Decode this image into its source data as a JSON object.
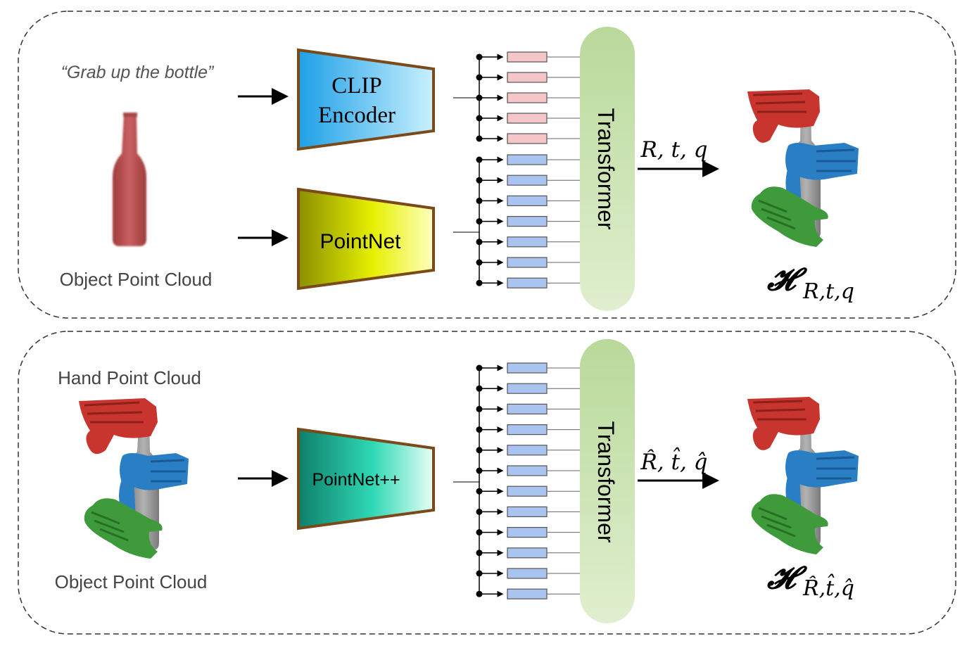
{
  "top_panel": {
    "prompt_text": "“Grab up the bottle”",
    "object_label": "Object Point Cloud",
    "clip_label_line1": "CLIP",
    "clip_label_line2": "Encoder",
    "pointnet_label": "PointNet",
    "transformer_label": "Transformer",
    "output_params": "R, t, q",
    "grasp_symbol": "𝓗",
    "grasp_subscript": "R,t,q",
    "text_token_count": 5,
    "point_token_count": 7
  },
  "bottom_panel": {
    "hand_label": "Hand Point Cloud",
    "object_label": "Object Point Cloud",
    "pointnet_pp_label": "PointNet++",
    "transformer_label": "Transformer",
    "output_params": "R̂, t̂, q̂",
    "grasp_symbol": "𝓗",
    "grasp_subscript": "R̂,t̂,q̂",
    "token_count": 12
  },
  "colors": {
    "clip_gradient": [
      "#1ea0e6",
      "#c9f0ff"
    ],
    "pointnet_gradient": [
      "#8a8f00",
      "#e6f000",
      "#ffffc0"
    ],
    "pointnet_pp_gradient": [
      "#0e7f6a",
      "#2fd8b4",
      "#e6fff6"
    ],
    "encoder_border": "#7a4a1a",
    "text_token": "#f4c6c8",
    "point_token": "#aac4f0",
    "transformer": "#c6e0a8",
    "hand_red": "#c8352e",
    "hand_blue": "#2a7ec4",
    "hand_green": "#3e9a3a",
    "bottle_gray": "#9a9a9a",
    "bottle_red": "#b84f4f"
  }
}
